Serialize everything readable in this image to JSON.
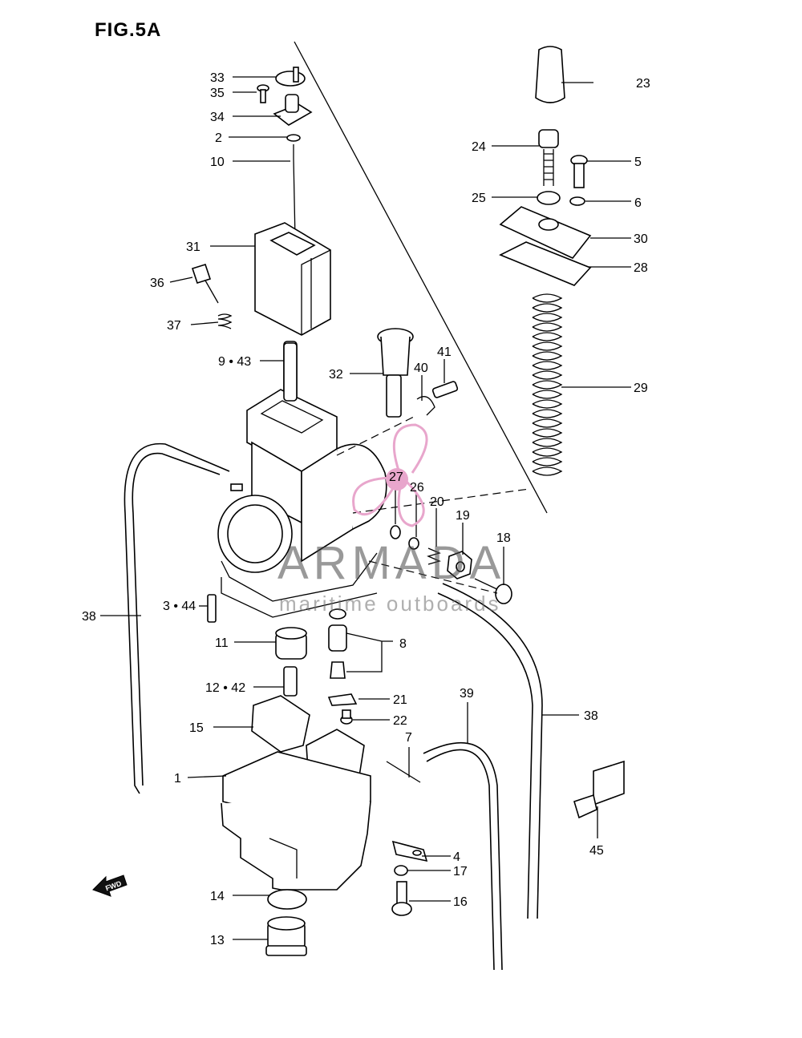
{
  "figure": {
    "title": "FIG.5A"
  },
  "watermark": {
    "brand": "ARMADA",
    "tagline": "maritime outboards",
    "color": "#e8a6cc"
  },
  "fwd": {
    "label": "FWD"
  },
  "callouts": {
    "c1": "1",
    "c2": "2",
    "c3_44": "3 • 44",
    "c4": "4",
    "c5": "5",
    "c6": "6",
    "c7": "7",
    "c8": "8",
    "c9_43": "9 • 43",
    "c10": "10",
    "c11": "11",
    "c12_42": "12 • 42",
    "c13": "13",
    "c14": "14",
    "c15": "15",
    "c16": "16",
    "c17": "17",
    "c18": "18",
    "c19": "19",
    "c20": "20",
    "c21": "21",
    "c22": "22",
    "c23": "23",
    "c24": "24",
    "c25": "25",
    "c26": "26",
    "c27": "27",
    "c28": "28",
    "c29": "29",
    "c30": "30",
    "c31": "31",
    "c32": "32",
    "c33": "33",
    "c34": "34",
    "c35": "35",
    "c36": "36",
    "c37": "37",
    "c38a": "38",
    "c38b": "38",
    "c39": "39",
    "c40": "40",
    "c41": "41",
    "c45": "45"
  }
}
